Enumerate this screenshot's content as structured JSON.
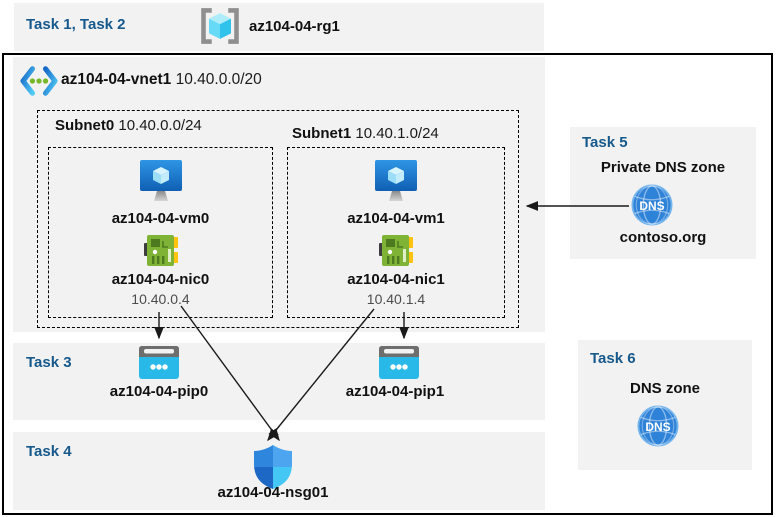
{
  "colors": {
    "task_blue": "#17598C",
    "panel_gray": "#F2F2F2",
    "ip_gray": "#4D4D4D",
    "arrow_black": "#1A1A1A"
  },
  "header": {
    "tasks_label": "Task 1, Task 2",
    "resource_group": "az104-04-rg1"
  },
  "vnet": {
    "name": "az104-04-vnet1",
    "cidr": "10.40.0.0/20"
  },
  "subnets": [
    {
      "name": "Subnet0",
      "cidr": "10.40.0.0/24",
      "vm_name": "az104-04-vm0",
      "nic_name": "az104-04-nic0",
      "nic_ip": "10.40.0.4"
    },
    {
      "name": "Subnet1",
      "cidr": "10.40.1.0/24",
      "vm_name": "az104-04-vm1",
      "nic_name": "az104-04-nic1",
      "nic_ip": "10.40.1.4"
    }
  ],
  "task3": {
    "label": "Task 3",
    "pip0": "az104-04-pip0",
    "pip1": "az104-04-pip1"
  },
  "task4": {
    "label": "Task 4",
    "nsg_name": "az104-04-nsg01"
  },
  "task5": {
    "label": "Task 5",
    "title": "Private DNS zone",
    "zone_name": "contoso.org",
    "dns_icon_text": "DNS"
  },
  "task6": {
    "label": "Task 6",
    "title": "DNS zone",
    "dns_icon_text": "DNS"
  }
}
